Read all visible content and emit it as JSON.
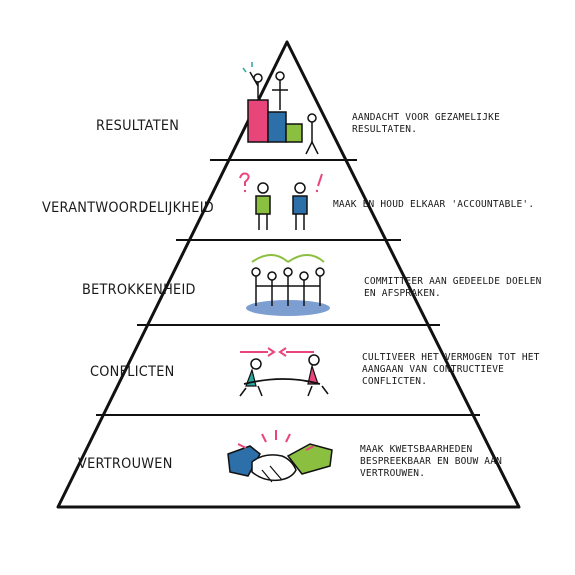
{
  "colors": {
    "outline": "#111111",
    "pink": "#e8467a",
    "blue": "#2d6fa8",
    "green": "#8bbf3f",
    "teal": "#2aa7a0",
    "floor": "#5b86c4"
  },
  "tiers": [
    {
      "label": "RESULTATEN",
      "description": [
        "AANDACHT VOOR GEZAMELIJKE",
        "RESULTATEN."
      ],
      "icon": "podium-figures-icon"
    },
    {
      "label": "VERANTWOORDELIJKHEID",
      "description": [
        "MAAK EN HOUD ELKAAR 'ACCOUNTABLE'."
      ],
      "icon": "two-people-question-icon"
    },
    {
      "label": "BETROKKENHEID",
      "description": [
        "COMMITTEER AAN GEDEELDE DOELEN",
        "EN AFSPRAKEN."
      ],
      "icon": "group-holding-hands-icon"
    },
    {
      "label": "CONFLICTEN",
      "description": [
        "CULTIVEER HET VERMOGEN TOT HET",
        "AANGAAN VAN CONTRUCTIEVE",
        "CONFLICTEN."
      ],
      "icon": "tug-of-war-icon"
    },
    {
      "label": "VERTROUWEN",
      "description": [
        "MAAK KWETSBAARHEDEN",
        "BESPREEKBAAR EN BOUW AAN",
        "VERTROUWEN."
      ],
      "icon": "handshake-icon"
    }
  ]
}
